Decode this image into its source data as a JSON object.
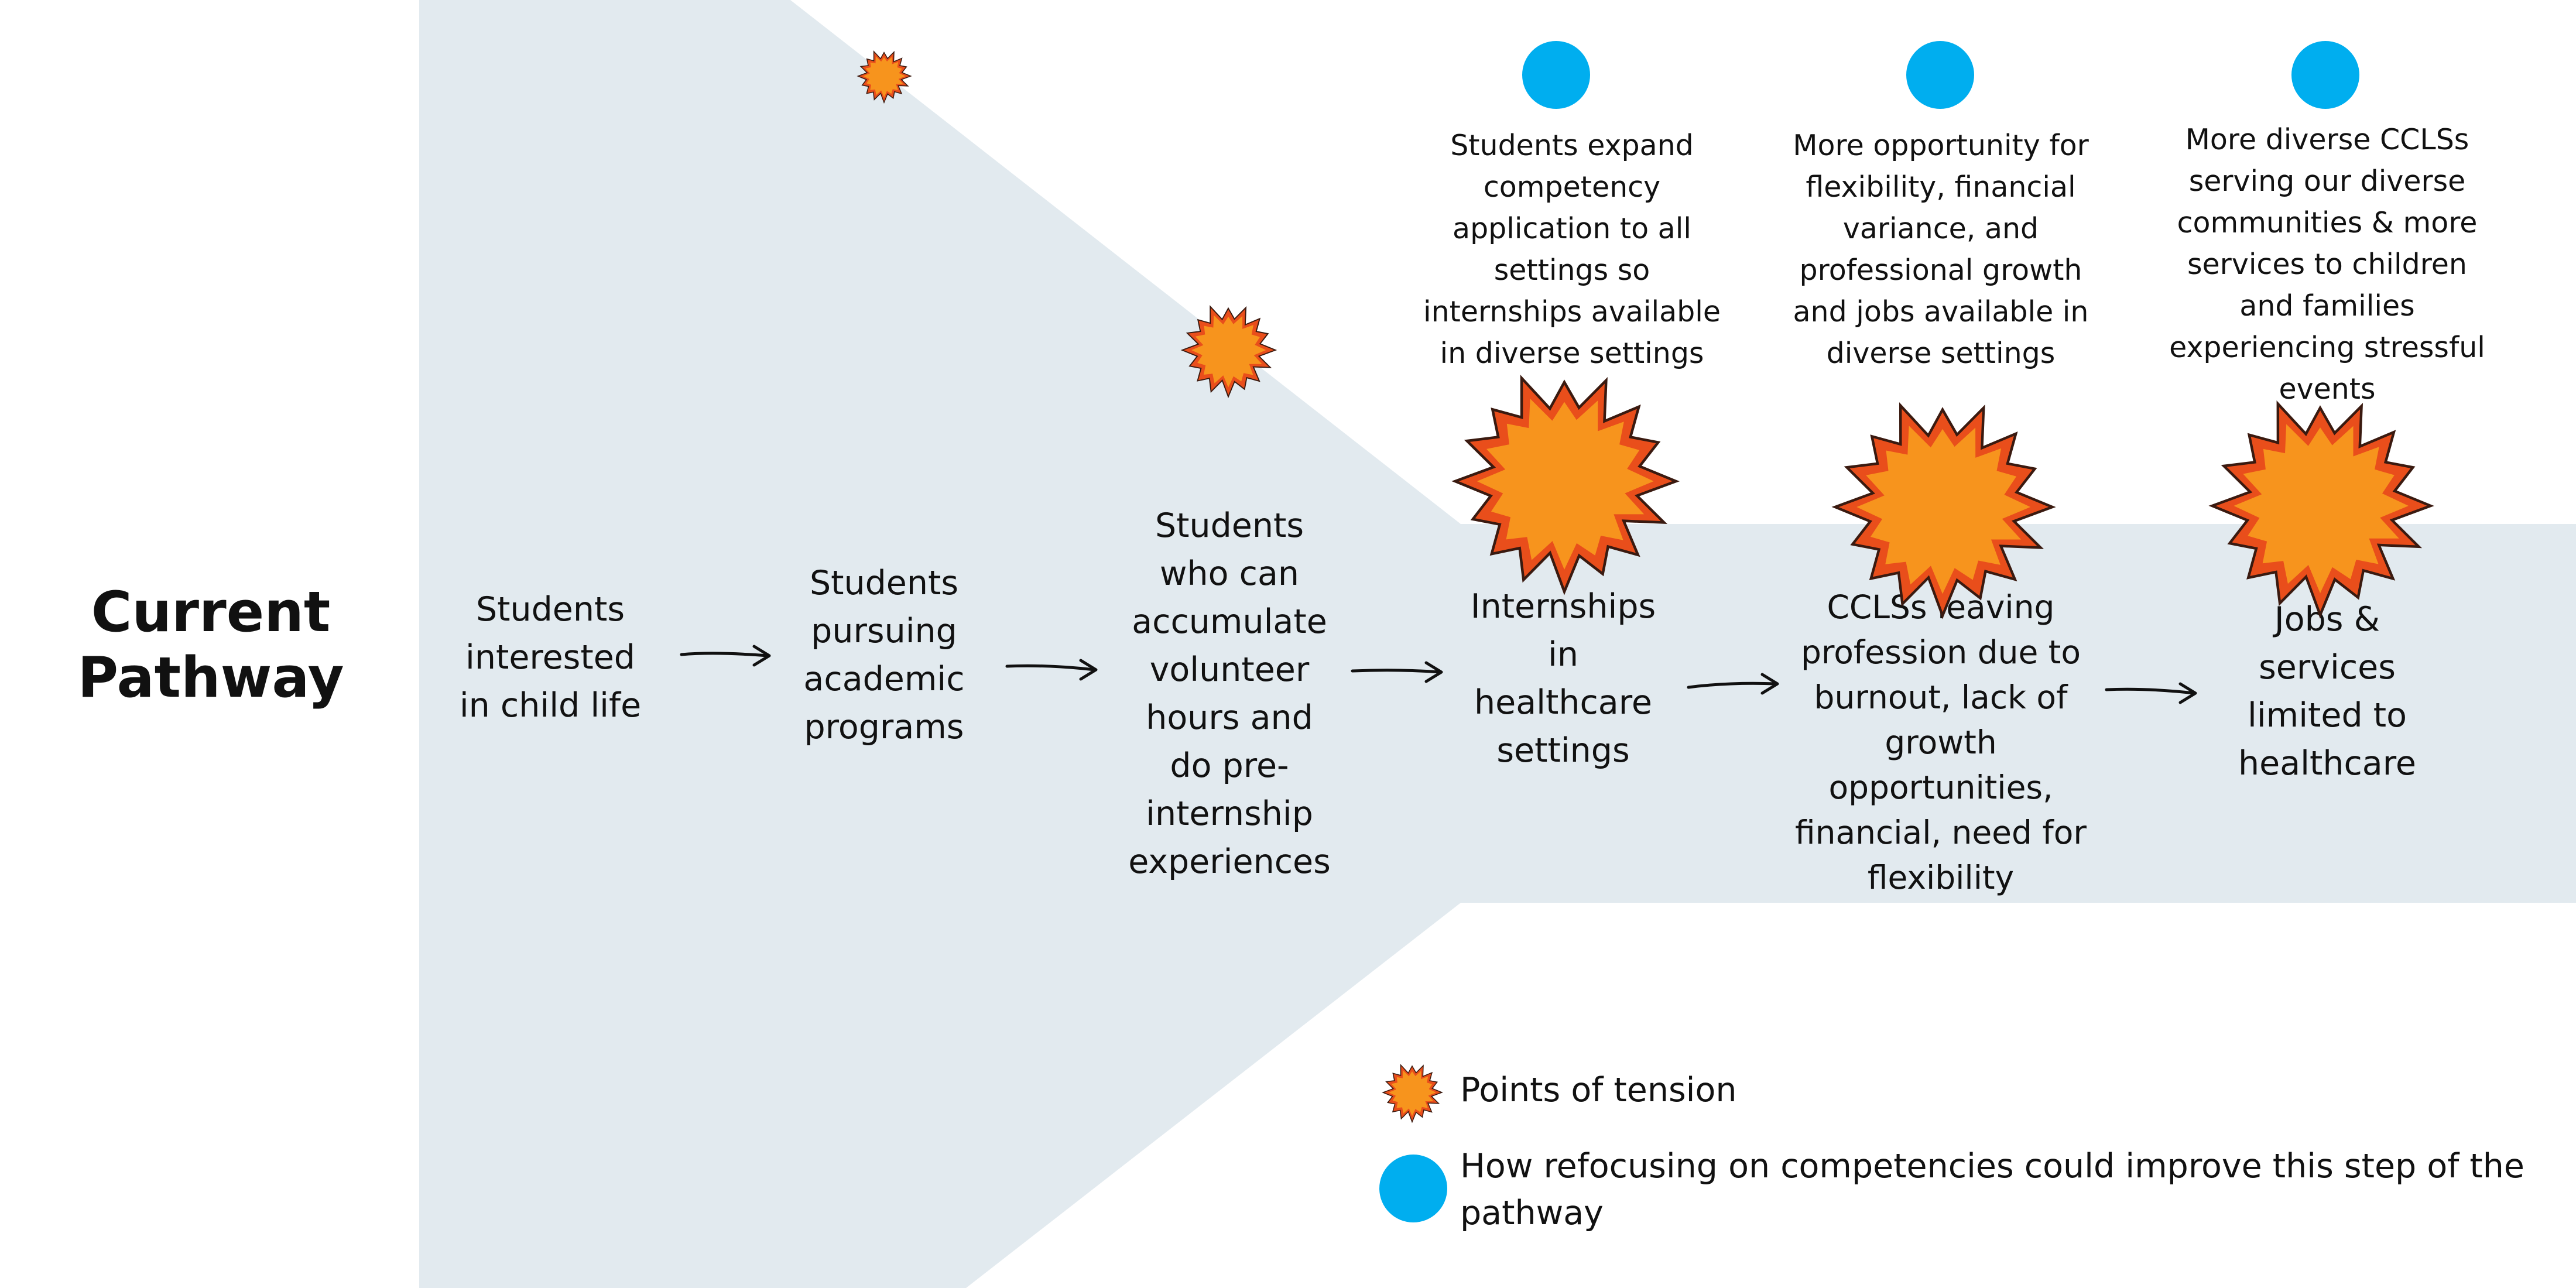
{
  "title": "Current\nPathway",
  "steps": [
    "Students\ninterested\nin child life",
    "Students\npursuing\nacademic\nprograms",
    "Students\nwho can\naccumulate\nvolunteer\nhours and\ndo pre-\ninternship\nexperiences",
    "Internships\nin\nhealthcare\nsettings",
    "CCLSs leaving\nprofession due to\nburnout, lack of\ngrowth\nopportunities,\nfinancial, need for\nflexibility",
    "Jobs &\nservices\nlimited to\nhealthcare"
  ],
  "improvements": [
    "Students expand\ncompetency\napplication to all\nsettings so\ninternships available\nin diverse settings",
    "More opportunity for\nflexibility, financial\nvariance, and\nprofessional growth\nand jobs available in\ndiverse settings",
    "More diverse CCLSs\nserving our diverse\ncommunities & more\nservices to children\nand families\nexperiencing stressful\nevents"
  ],
  "legend": {
    "tension_label": "Points of tension",
    "improve_label": "How refocusing on competencies could improve this step of the\npathway"
  },
  "colors": {
    "band": "#e2eaef",
    "tension_fill": "#f7941d",
    "tension_edge": "#e94e1b",
    "improve_dot": "#00aeef",
    "text": "#111111"
  },
  "icons": {
    "tension": "starburst-icon",
    "improvement": "blue-dot-icon",
    "arrow": "right-arrow-icon"
  }
}
